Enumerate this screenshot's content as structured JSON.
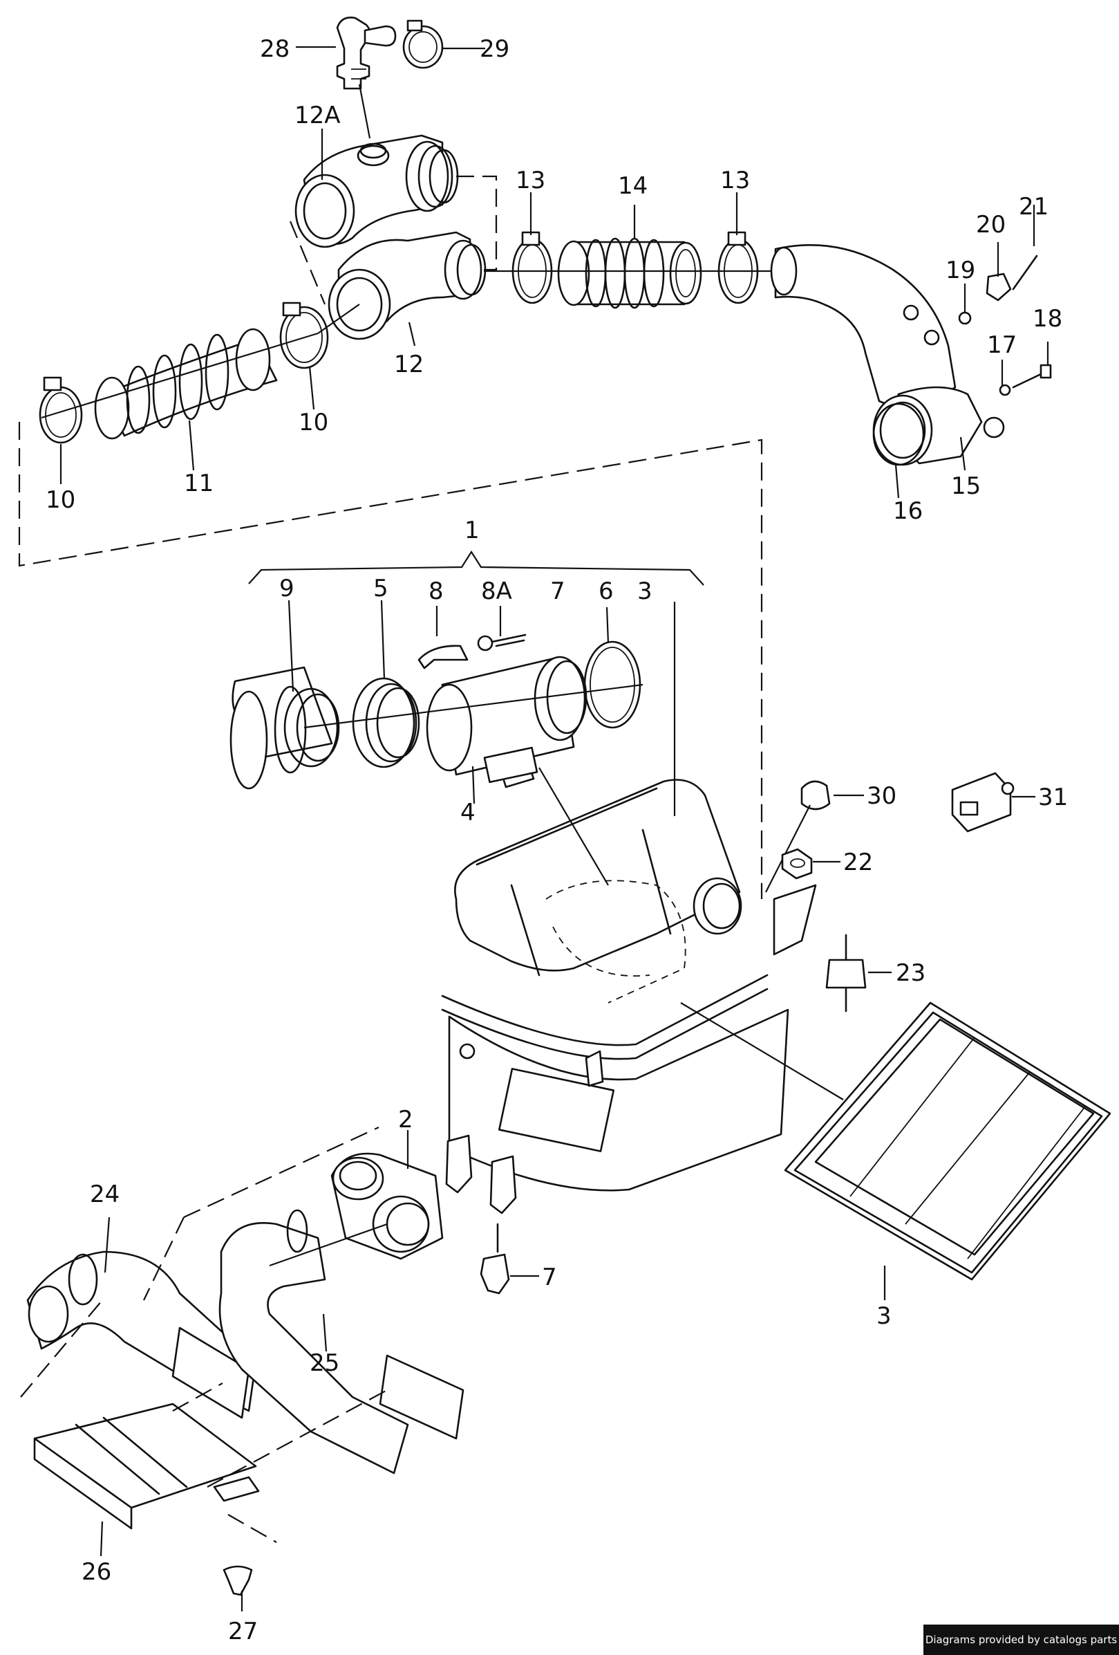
{
  "credit": "Diagrams provided by catalogs parts",
  "callouts": {
    "c28": "28",
    "c29": "29",
    "c12A": "12A",
    "c13a": "13",
    "c14": "14",
    "c13b": "13",
    "c21": "21",
    "c20": "20",
    "c19": "19",
    "c18": "18",
    "c17": "17",
    "c12": "12",
    "c10a": "10",
    "c10b": "10",
    "c11": "11",
    "c16": "16",
    "c15": "15",
    "c1": "1",
    "c9": "9",
    "c5": "5",
    "c8": "8",
    "c8A": "8A",
    "c7a": "7",
    "c6": "6",
    "c3a": "3",
    "c4": "4",
    "c30": "30",
    "c31": "31",
    "c22": "22",
    "c23": "23",
    "c2": "2",
    "c24": "24",
    "c7b": "7",
    "c3b": "3",
    "c25": "25",
    "c26": "26",
    "c27": "27"
  }
}
